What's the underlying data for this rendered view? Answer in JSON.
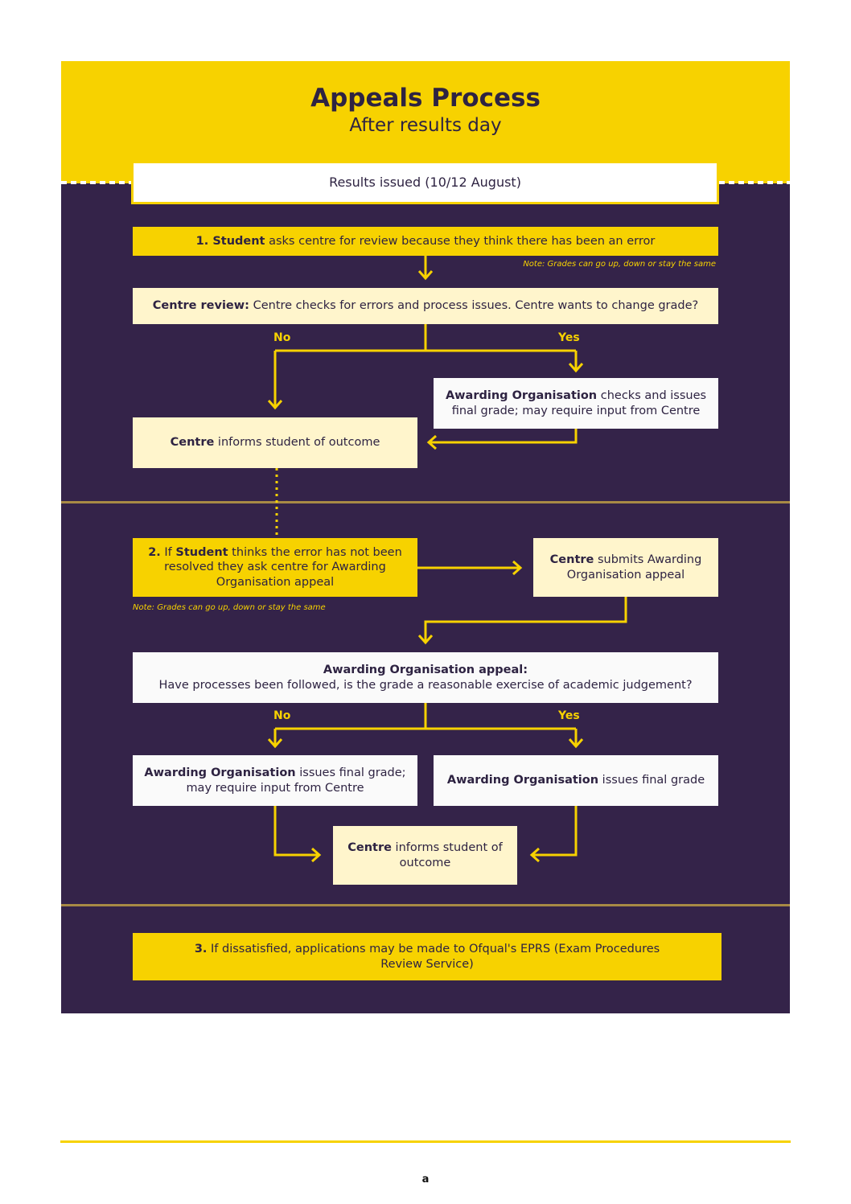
{
  "header": {
    "title": "Appeals Process",
    "subtitle": "After results day"
  },
  "results_box": "Results issued (10/12 August)",
  "step1": {
    "lead": "1. Student",
    "rest": " asks centre for review because they think there has been an error"
  },
  "note1": "Note: Grades can go up, down or stay the same",
  "centre_review": {
    "lead": "Centre review:",
    "rest": " Centre checks for errors and process issues. Centre wants to change grade?"
  },
  "branch1": {
    "no": "No",
    "yes": "Yes"
  },
  "ao_checks": {
    "lead": "Awarding Organisation",
    "rest": " checks and issues final grade; may require input from Centre"
  },
  "centre_informs_1": {
    "lead": "Centre",
    "rest": " informs student of outcome"
  },
  "step2": {
    "lead": "2.",
    "mid": " If ",
    "lead2": "Student",
    "rest": " thinks the error has not been resolved they ask centre for Awarding Organisation appeal"
  },
  "note2": "Note: Grades can go up, down or stay the same",
  "centre_submits": {
    "lead": "Centre",
    "rest": " submits Awarding Organisation appeal"
  },
  "ao_appeal": {
    "lead": "Awarding Organisation appeal:",
    "rest": "Have processes been followed, is the grade a reasonable exercise of academic judgement?"
  },
  "branch2": {
    "no": "No",
    "yes": "Yes"
  },
  "ao_issues_input": {
    "lead": "Awarding Organisation",
    "rest": " issues final grade; may require input from Centre"
  },
  "ao_issues": {
    "lead": "Awarding Organisation",
    "rest": " issues final grade"
  },
  "centre_informs_2": {
    "lead": "Centre",
    "rest": " informs student of outcome"
  },
  "step3": {
    "lead": "3.",
    "rest": " If dissatisfied, applications may be made to Ofqual's EPRS (Exam Procedures Review Service)"
  },
  "footer": {
    "page": "a"
  },
  "colors": {
    "yellow": "#f7d200",
    "navy": "#342349",
    "cream": "#fff5cc",
    "divider": "#a88a45"
  }
}
